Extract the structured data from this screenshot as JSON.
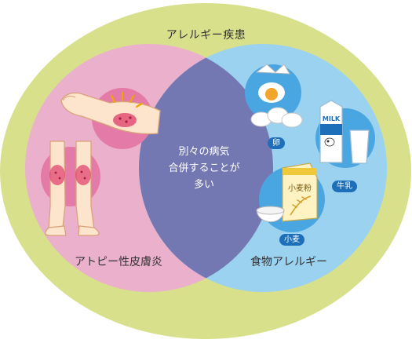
{
  "diagram": {
    "outer_title": "アレルギー疾患",
    "left_label": "アトピー性皮膚炎",
    "right_label": "食物アレルギー",
    "center_note_lines": [
      "別々の病気",
      "合併することが",
      "多い"
    ],
    "badges": {
      "egg": "卵",
      "milk": "牛乳",
      "wheat": "小麦"
    },
    "carton_text": "MILK",
    "flour_bag_text": "小麦粉"
  },
  "colors": {
    "outer": "#d8e08c",
    "left": "#ebb0cc",
    "right": "#9ad2f0",
    "overlap": "#7478b2",
    "badge": "#1c6fb8"
  },
  "icons": [
    "arm-rash-icon",
    "legs-rash-icon",
    "egg-icon",
    "milk-carton-icon",
    "milk-glass-icon",
    "flour-bag-icon",
    "flour-bowl-icon"
  ]
}
